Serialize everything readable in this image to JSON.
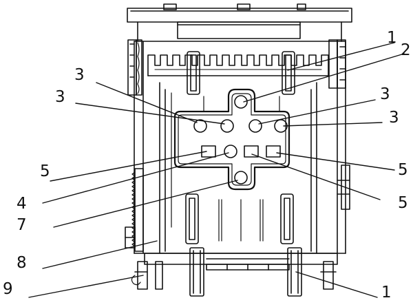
{
  "labels": {
    "l1_top": "1",
    "l2": "2",
    "l3_a": "3",
    "l3_b": "3",
    "l3_c": "3",
    "l3_d": "3",
    "l5_left": "5",
    "l4": "4",
    "l7": "7",
    "l8": "8",
    "l9": "9",
    "l5_right_a": "5",
    "l5_right_b": "5",
    "l1_bottom": "1"
  },
  "colors": {
    "ink": "#111111",
    "paper": "#ffffff"
  }
}
